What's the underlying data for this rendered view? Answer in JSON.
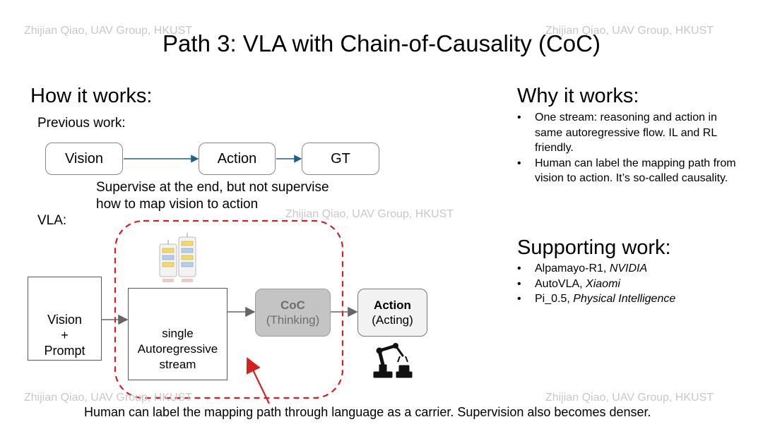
{
  "watermark": "Zhijian Qiao, UAV Group, HKUST",
  "title": "Path 3: VLA with Chain-of-Causality (CoC)",
  "how": {
    "heading": "How it works:",
    "previous_label": "Previous work:",
    "flow": [
      "Vision",
      "Action",
      "GT"
    ],
    "note_line1": "Supervise at the end, but not supervise",
    "note_line2": "how to map vision to action",
    "vla_label": "VLA:",
    "input_lines": [
      "Vision",
      "+",
      "Prompt"
    ],
    "stream_lines": [
      "single",
      "Autoregressive",
      "stream"
    ],
    "coc_lines": [
      "CoC",
      "(Thinking)"
    ],
    "action_lines": [
      "Action",
      "(Acting)"
    ],
    "caption": "Human can label the mapping path through language as a carrier. Supervision also becomes denser."
  },
  "why": {
    "heading": "Why it works:",
    "bullets": [
      "One stream: reasoning and action in same autoregressive flow. IL and RL friendly.",
      "Human can label the mapping path from vision to action. It’s so-called causality."
    ]
  },
  "supporting": {
    "heading": "Supporting work:",
    "items": [
      {
        "name": "Alpamayo-R1, ",
        "org": "NVIDIA"
      },
      {
        "name": "AutoVLA, ",
        "org": "Xiaomi"
      },
      {
        "name": "Pi_0.5, ",
        "org": "Physical Intelligence"
      }
    ]
  },
  "colors": {
    "dashed_frame": "#d42020",
    "coc_fill": "#c4c4c4",
    "coc_text": "#6e6e6e",
    "action_fill": "#f2f2f2",
    "arrow_blue": "#1f5f8b"
  },
  "icons": [
    "camera-icon",
    "chat-icon",
    "transformer-diagram-icon",
    "robot-arm-icon"
  ]
}
